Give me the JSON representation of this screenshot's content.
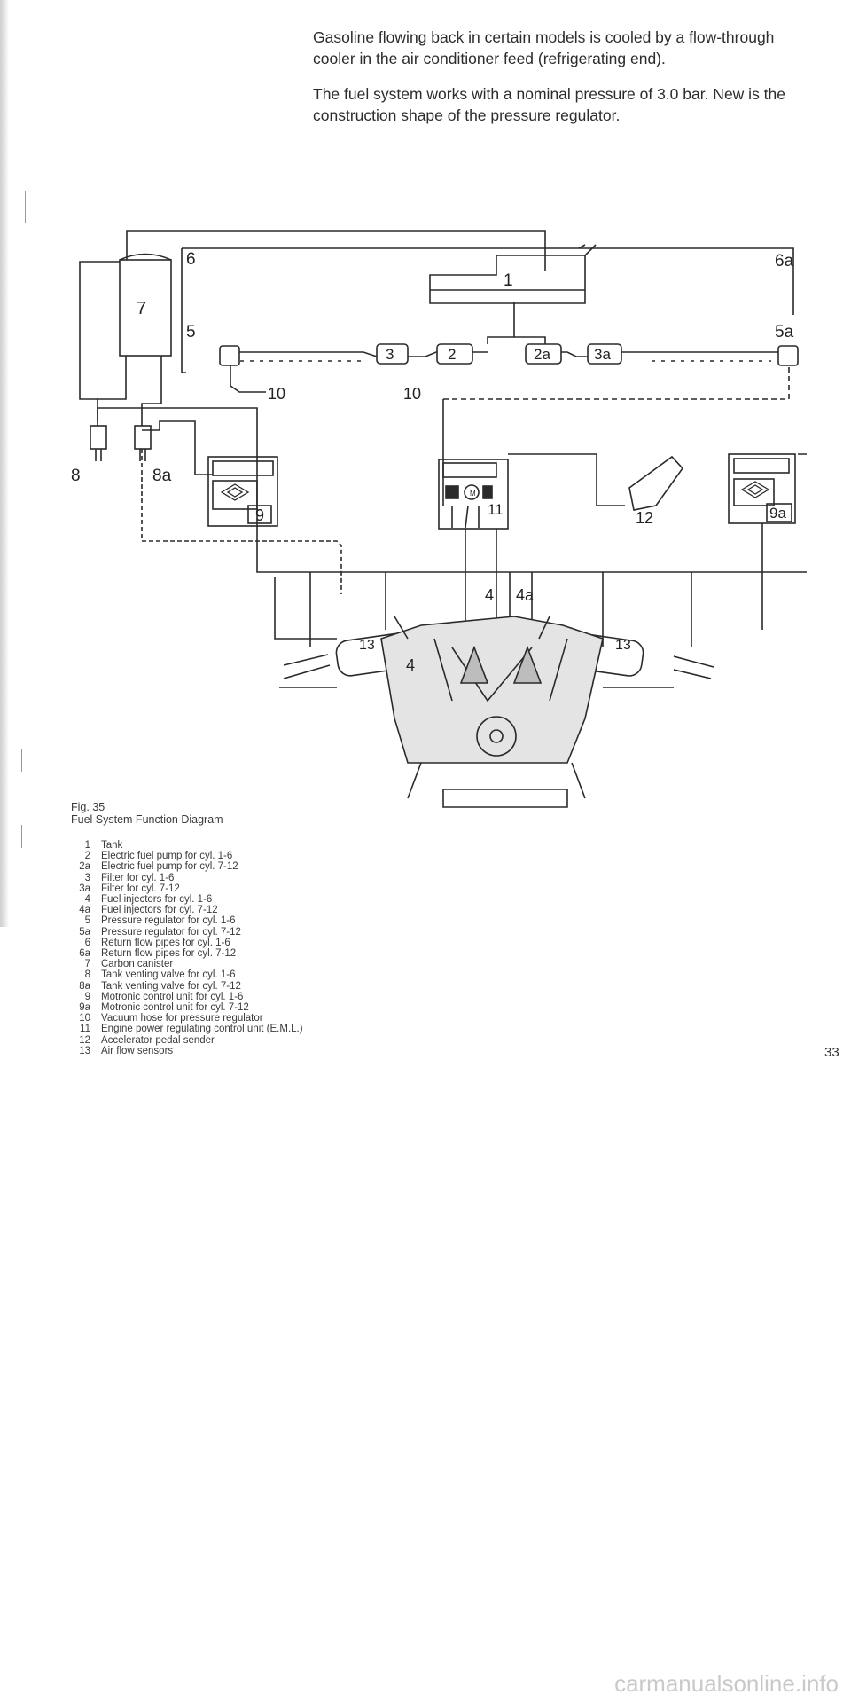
{
  "intro": {
    "paragraph_1": "Gasoline flowing back in certain models is cooled by a flow-through cooler in the air conditioner feed (refrigerating end).",
    "paragraph_2": "The fuel system works with a nominal pressure of 3.0 bar. New is the construction shape of the pressure regulator."
  },
  "diagram": {
    "labels": {
      "l1": "1",
      "l2": "2",
      "l2a": "2a",
      "l3": "3",
      "l3a": "3a",
      "l4_top": "4",
      "l4a": "4a",
      "l4_bottom": "4",
      "l5": "5",
      "l5a": "5a",
      "l6": "6",
      "l6a": "6a",
      "l7": "7",
      "l8": "8",
      "l8a": "8a",
      "l9": "9",
      "l9a": "9a",
      "l10_left": "10",
      "l10_mid": "10",
      "l11": "11",
      "l12": "12",
      "l13_left": "13",
      "l13_right": "13",
      "motor": "M"
    }
  },
  "figure": {
    "number": "Fig. 35",
    "title": "Fuel System Function Diagram"
  },
  "legend": [
    {
      "num": "1",
      "text": "Tank"
    },
    {
      "num": "2",
      "text": "Electric fuel pump for cyl. 1-6"
    },
    {
      "num": "2a",
      "text": "Electric fuel pump for cyl. 7-12"
    },
    {
      "num": "3",
      "text": "Filter for cyl. 1-6"
    },
    {
      "num": "3a",
      "text": "Filter for cyl. 7-12"
    },
    {
      "num": "4",
      "text": "Fuel injectors for cyl. 1-6"
    },
    {
      "num": "4a",
      "text": "Fuel injectors for cyl. 7-12"
    },
    {
      "num": "5",
      "text": "Pressure regulator for cyl. 1-6"
    },
    {
      "num": "5a",
      "text": "Pressure regulator for cyl. 7-12"
    },
    {
      "num": "6",
      "text": "Return flow pipes for cyl. 1-6"
    },
    {
      "num": "6a",
      "text": "Return flow pipes for cyl. 7-12"
    },
    {
      "num": "7",
      "text": "Carbon canister"
    },
    {
      "num": "8",
      "text": "Tank venting valve for cyl. 1-6"
    },
    {
      "num": "8a",
      "text": "Tank venting valve for cyl. 7-12"
    },
    {
      "num": "9",
      "text": "Motronic control unit for cyl. 1-6"
    },
    {
      "num": "9a",
      "text": "Motronic control unit for cyl. 7-12"
    },
    {
      "num": "10",
      "text": "Vacuum hose for pressure regulator"
    },
    {
      "num": "11",
      "text": "Engine power regulating control unit (E.M.L.)"
    },
    {
      "num": "12",
      "text": "Accelerator pedal sender"
    },
    {
      "num": "13",
      "text": "Air flow sensors"
    }
  ],
  "page_number": "33",
  "watermark": "carmanualsonline.info"
}
